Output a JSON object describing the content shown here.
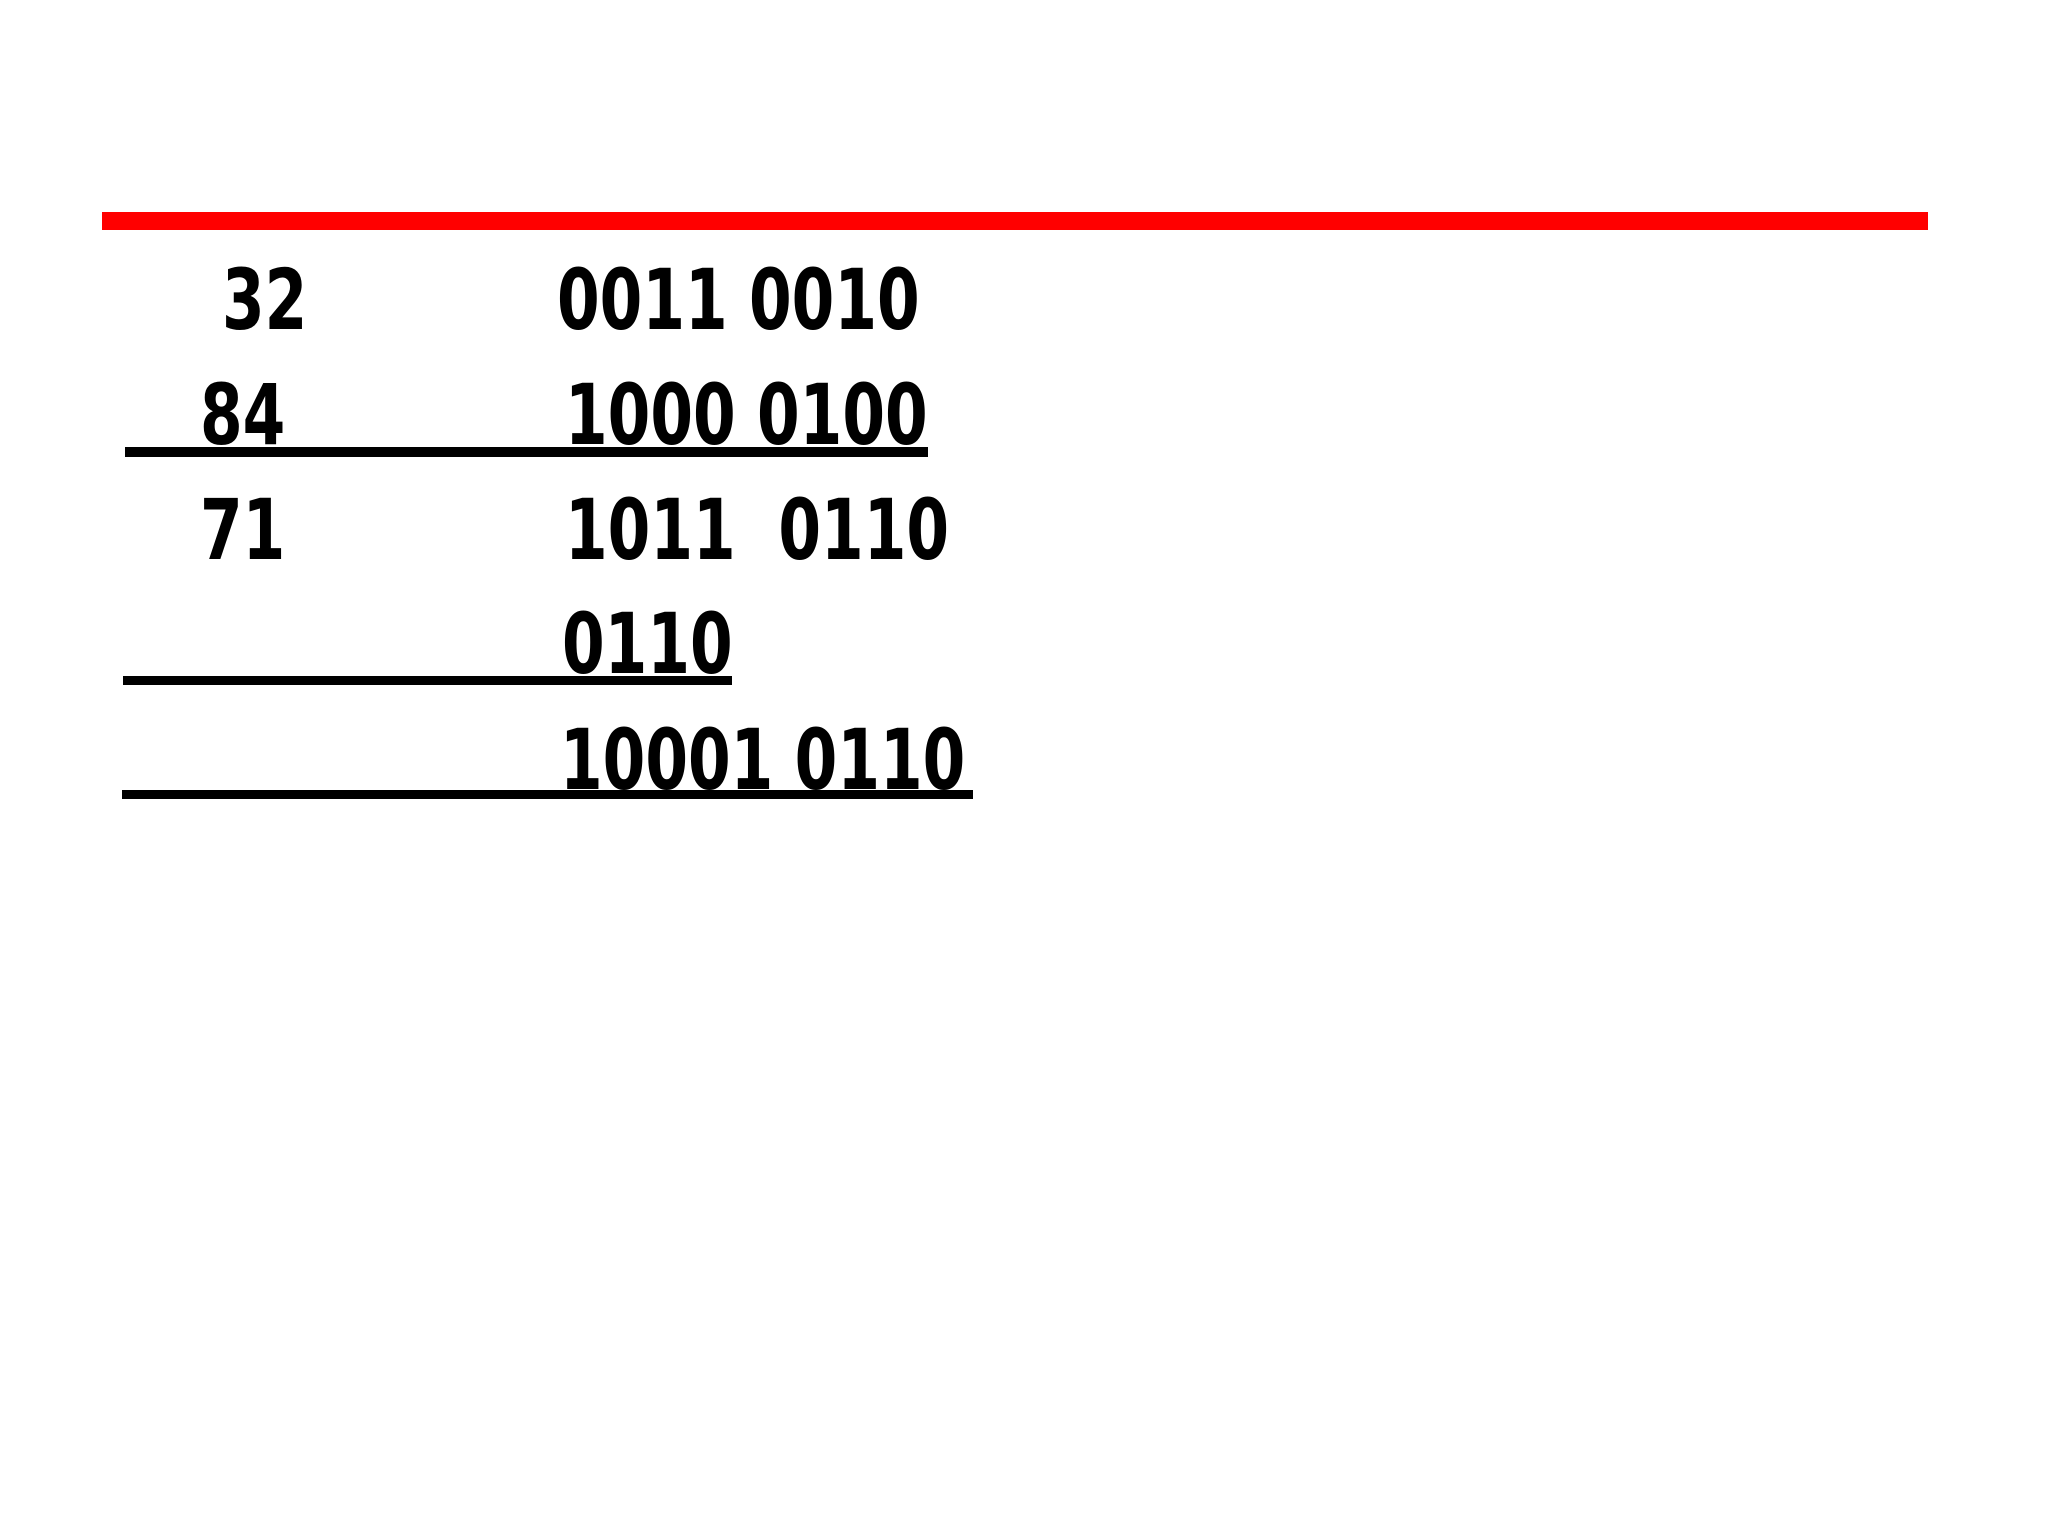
{
  "slide": {
    "divider_color": "#ff0000",
    "divider_style": "background:#ff0000",
    "bcd_addition": {
      "rows": [
        {
          "decimal": "32",
          "binary": "0011 0010",
          "underlined": false
        },
        {
          "decimal": "84",
          "binary": "1000 0100",
          "underlined": true
        },
        {
          "decimal": "71",
          "binary": "1011  0110",
          "underlined": false
        },
        {
          "decimal": "",
          "binary": "0110",
          "underlined": true
        },
        {
          "decimal": "",
          "binary": "10001 0110",
          "underlined": true
        }
      ]
    }
  }
}
